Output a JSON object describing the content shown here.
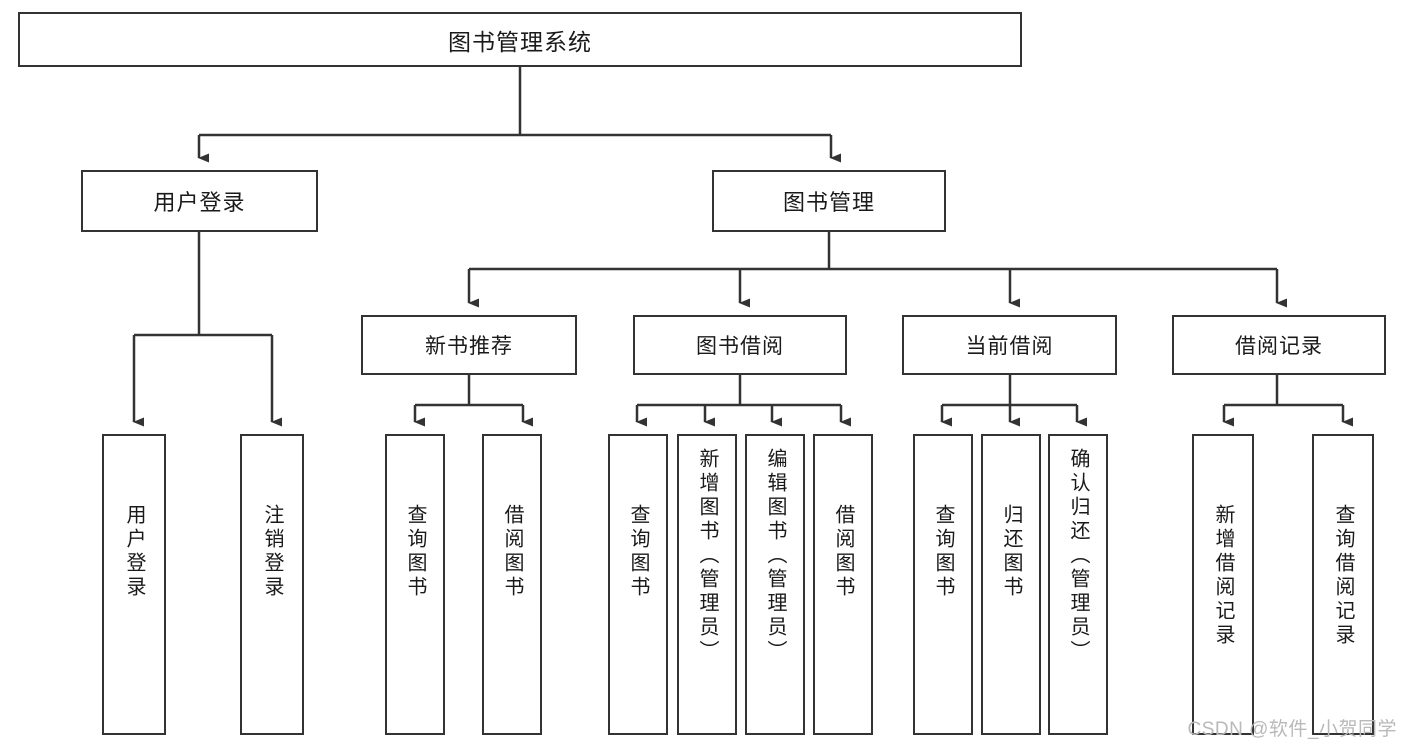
{
  "diagram": {
    "title": "图书管理系统",
    "type": "tree-hierarchy-diagram",
    "colors": {
      "stroke": "#333333",
      "fill": "#ffffff",
      "text": "#1a1a1a",
      "watermark": "#b9b9b9"
    },
    "root": {
      "label": "图书管理系统"
    },
    "level2": [
      {
        "id": "user-login",
        "label": "用户登录"
      },
      {
        "id": "book-management",
        "label": "图书管理"
      }
    ],
    "level3": [
      {
        "id": "new-book-recommend",
        "label": "新书推荐",
        "parent": "book-management"
      },
      {
        "id": "book-borrow",
        "label": "图书借阅",
        "parent": "book-management"
      },
      {
        "id": "current-borrow",
        "label": "当前借阅",
        "parent": "book-management"
      },
      {
        "id": "borrow-record",
        "label": "借阅记录",
        "parent": "book-management"
      }
    ],
    "leaves": {
      "user-login": [
        {
          "id": "leaf-user-login",
          "label": "用户登录"
        },
        {
          "id": "leaf-user-logout",
          "label": "注销登录"
        }
      ],
      "new-book-recommend": [
        {
          "id": "leaf-query-book-1",
          "label": "查询图书"
        },
        {
          "id": "leaf-borrow-book-1",
          "label": "借阅图书"
        }
      ],
      "book-borrow": [
        {
          "id": "leaf-query-book-2",
          "label": "查询图书"
        },
        {
          "id": "leaf-add-book",
          "label": "新增图书（管理员）"
        },
        {
          "id": "leaf-edit-book",
          "label": "编辑图书（管理员）"
        },
        {
          "id": "leaf-borrow-book-2",
          "label": "借阅图书"
        }
      ],
      "current-borrow": [
        {
          "id": "leaf-query-book-3",
          "label": "查询图书"
        },
        {
          "id": "leaf-return-book",
          "label": "归还图书"
        },
        {
          "id": "leaf-confirm-return",
          "label": "确认归还（管理员）"
        }
      ],
      "borrow-record": [
        {
          "id": "leaf-add-record",
          "label": "新增借阅记录"
        },
        {
          "id": "leaf-query-record",
          "label": "查询借阅记录"
        }
      ]
    },
    "watermark": "CSDN @软件_小贺同学"
  }
}
